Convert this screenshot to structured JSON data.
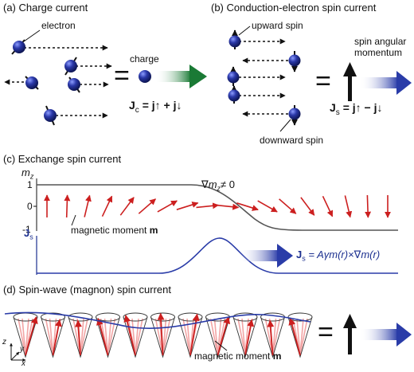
{
  "panels": {
    "a": {
      "title": "(a) Charge current",
      "electron_label": "electron",
      "charge_label": "charge",
      "equation": {
        "lhs": "J",
        "sub": "c",
        "rhs": "= j↑ + j↓"
      }
    },
    "b": {
      "title": "(b) Conduction-electron spin current",
      "upward_label": "upward spin",
      "downward_label": "downward spin",
      "momentum_label_1": "spin angular",
      "momentum_label_2": "momentum",
      "equation": {
        "lhs": "J",
        "sub": "s",
        "rhs": "= j↑ − j↓"
      }
    },
    "c": {
      "title": "(c) Exchange spin current",
      "y_label_mz": "m",
      "y_label_mz_sub": "z",
      "tick_1": "1",
      "tick_0": "0",
      "tick_m1": "-1",
      "gradient_label": "∇m",
      "gradient_sub": "z",
      "gradient_rhs": "≠ 0",
      "moment_label": "magnetic moment ",
      "moment_symbol": "m",
      "js_label": "J",
      "js_sub": "s",
      "equation_lhs": "J",
      "equation_sub": "s",
      "equation_rhs": " = Aγm(r)×∇m(r)"
    },
    "d": {
      "title": "(d) Spin-wave (magnon) spin current",
      "moment_label": "magnetic moment ",
      "moment_symbol": "m",
      "axis_z": "z",
      "axis_y": "y",
      "axis_x": "x"
    }
  },
  "equals_sign": "=",
  "colors": {
    "red_arrow": "#cc1f1f",
    "green_arrow": "#1a7a35",
    "blue_arrow": "#2a3ca8",
    "sphere": "#1f2b8a",
    "curve_gray": "#555555",
    "curve_blue": "#2a3ca8"
  }
}
